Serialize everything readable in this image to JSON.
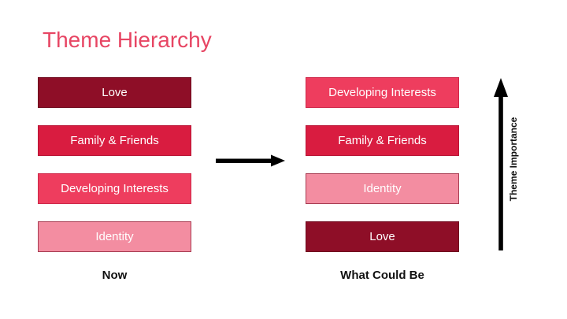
{
  "slide": {
    "title": "Theme Hierarchy",
    "title_color": "#E74563",
    "background_color": "#FFFFFF",
    "text_color": "#111111"
  },
  "columns": {
    "now": {
      "caption": "Now",
      "bars": [
        {
          "label": "Love",
          "fill": "#8E0E27",
          "border": "#6F0A1E",
          "text_color": "#FFFFFF"
        },
        {
          "label": "Family & Friends",
          "fill": "#D91C40",
          "border": "#B91536",
          "text_color": "#FFFFFF"
        },
        {
          "label": "Developing Interests",
          "fill": "#EE3D5E",
          "border": "#CE2849",
          "text_color": "#FFFFFF"
        },
        {
          "label": "Identity",
          "fill": "#F38DA1",
          "border": "#A83C52",
          "text_color": "#FFFFFF"
        }
      ]
    },
    "future": {
      "caption": "What Could Be",
      "bars": [
        {
          "label": "Developing Interests",
          "fill": "#EE3D5E",
          "border": "#CE2849",
          "text_color": "#FFFFFF"
        },
        {
          "label": "Family & Friends",
          "fill": "#D91C40",
          "border": "#B91536",
          "text_color": "#FFFFFF"
        },
        {
          "label": "Identity",
          "fill": "#F38DA1",
          "border": "#A83C52",
          "text_color": "#FFFFFF"
        },
        {
          "label": "Love",
          "fill": "#8E0E27",
          "border": "#6F0A1E",
          "text_color": "#FFFFFF"
        }
      ]
    }
  },
  "axis": {
    "label": "Theme Importance",
    "color": "#111111"
  },
  "arrows": {
    "color": "#000000"
  }
}
